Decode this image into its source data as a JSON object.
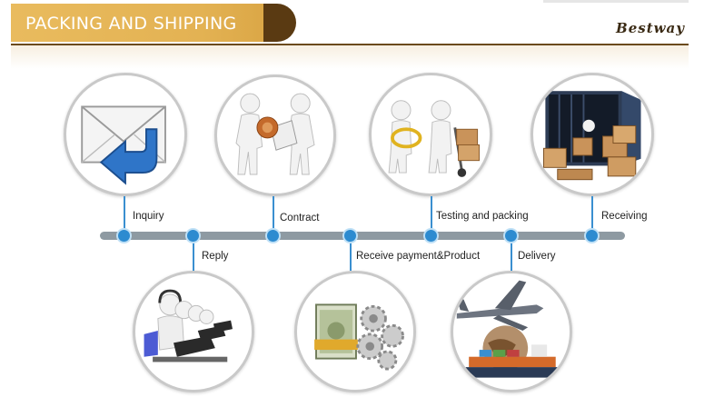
{
  "header": {
    "title": "PACKING AND SHIPPING",
    "brand": "Bestway"
  },
  "steps": [
    {
      "label": "Inquiry",
      "icon": "envelope-reply-icon"
    },
    {
      "label": "Reply",
      "icon": "call-center-icon"
    },
    {
      "label": "Contract",
      "icon": "contract-signing-icon"
    },
    {
      "label": "Receive payment&Product",
      "icon": "money-and-gears-icon"
    },
    {
      "label": "Testing and packing",
      "icon": "inspection-and-cart-icon"
    },
    {
      "label": "Delivery",
      "icon": "plane-and-ship-icon"
    },
    {
      "label": "Receiving",
      "icon": "container-boxes-icon"
    }
  ],
  "colors": {
    "banner": "#e9bb5e",
    "banner_edge": "#5a3a12",
    "timeline": "#8e9aa2",
    "node": "#2d8bd0"
  }
}
